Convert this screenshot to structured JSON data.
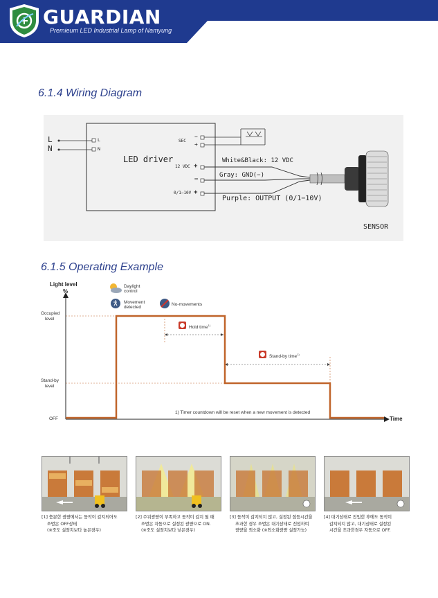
{
  "header": {
    "brand": "GUARDIAN",
    "tagline": "Premieum LED Industrial Lamp of Namyung",
    "colors": {
      "bar": "#1f3a8f",
      "shield": "#2e8c3f"
    }
  },
  "wiring": {
    "title": "6.1.4 Wiring Diagram",
    "left_terminals": [
      "L",
      "N"
    ],
    "driver_terminals": [
      "L",
      "N"
    ],
    "driver_label": "LED driver",
    "sec_label": "SEC",
    "sec_signs": [
      "−",
      "+"
    ],
    "v12_label": "12 VDC",
    "v010_label": "0/1−10V",
    "wire_labels": [
      "White&Black: 12 VDC",
      "Gray: GND(−)",
      "Purple: OUTPUT (0/1−10V)"
    ],
    "sensor_label": "SENSOR"
  },
  "example": {
    "title": "6.1.5 Operating Example",
    "y_axis_title": "Light level",
    "y_axis_unit": "%",
    "x_axis_title": "Time",
    "level_labels": {
      "occupied_1": "Occupied",
      "occupied_2": "level",
      "standby_1": "Stand-by",
      "standby_2": "level",
      "off": "OFF"
    },
    "legend": {
      "daylight_1": "Daylight",
      "daylight_2": "control",
      "movement_1": "Movement",
      "movement_2": "detected",
      "no_movement": "No-movements"
    },
    "hold_time": "Hold time",
    "hold_sup": "1)",
    "standby_time": "Stand-by time",
    "standby_sup": "1)",
    "footnote": "1) Timer countdown will be reset when a new movement is detected",
    "line_color": "#c0642a"
  },
  "chart_data": {
    "type": "line",
    "title": "",
    "xlabel": "Time",
    "ylabel": "Light level %",
    "y_categories": [
      "OFF",
      "Stand-by level",
      "Occupied level"
    ],
    "series": [
      {
        "values_by_phase": [
          "OFF",
          "Occupied level",
          "Occupied level",
          "Stand-by level",
          "OFF"
        ]
      }
    ],
    "annotations": [
      "Hold time 1)",
      "Stand-by time 1)",
      "1) Timer countdown will be reset when a new movement is detected"
    ]
  },
  "captions": [
    {
      "line1": "[1] 충분한 광량에서는 동작이 감지되어도",
      "line2": "조명은 OFF상태",
      "line3": "(※조도 설정치보다 높은경우)"
    },
    {
      "line1": "[2] 주위광량이 부족하고 동작이 감지 될 때",
      "line2": "조명은 자동으로 설정된 광량으로 ON.",
      "line3": "(※조도 설정치보다 낮은경우)"
    },
    {
      "line1": "[3] 동작이 감지되지 않고, 설정된 점등시간을",
      "line2": "초과한 경우 조명은 대기상태로 진입하여",
      "line3": "광량을 최소화 (※최소화광량 설정가능)"
    },
    {
      "line1": "[4] 대기상태로 진입한 후에도 동작이",
      "line2": "감지되지 않고, 대기상태로 설정된",
      "line3": "시간을 초과한경우 자동으로 OFF."
    }
  ]
}
